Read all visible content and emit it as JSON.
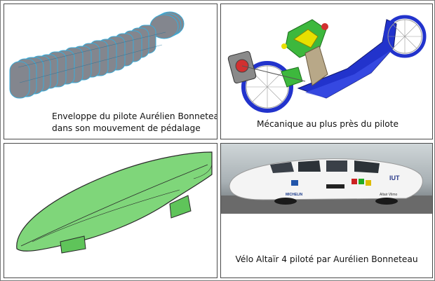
{
  "panels": [
    {
      "caption_line1": "Enveloppe du pilote Aurélien Bonneteau",
      "caption_line2": "dans son mouvement de pédalage"
    },
    {
      "caption": "Mécanique au plus près du pilote"
    },
    {
      "caption": ""
    },
    {
      "caption": "Vélo Altaïr 4 piloté par Aurélien Bonneteau",
      "bike_logo_text": "IUT",
      "bike_sponsor_text": "MICHELIN",
      "bike_side_text": "Altair Vlimo"
    }
  ],
  "colors": {
    "envelope_fill": "#7d8088",
    "envelope_edge": "#2fa8d8",
    "frame_blue": "#2233cc",
    "shell_green": "#7fd67a",
    "mechanic_green": "#3db83d",
    "mechanic_yellow": "#e8e000"
  }
}
